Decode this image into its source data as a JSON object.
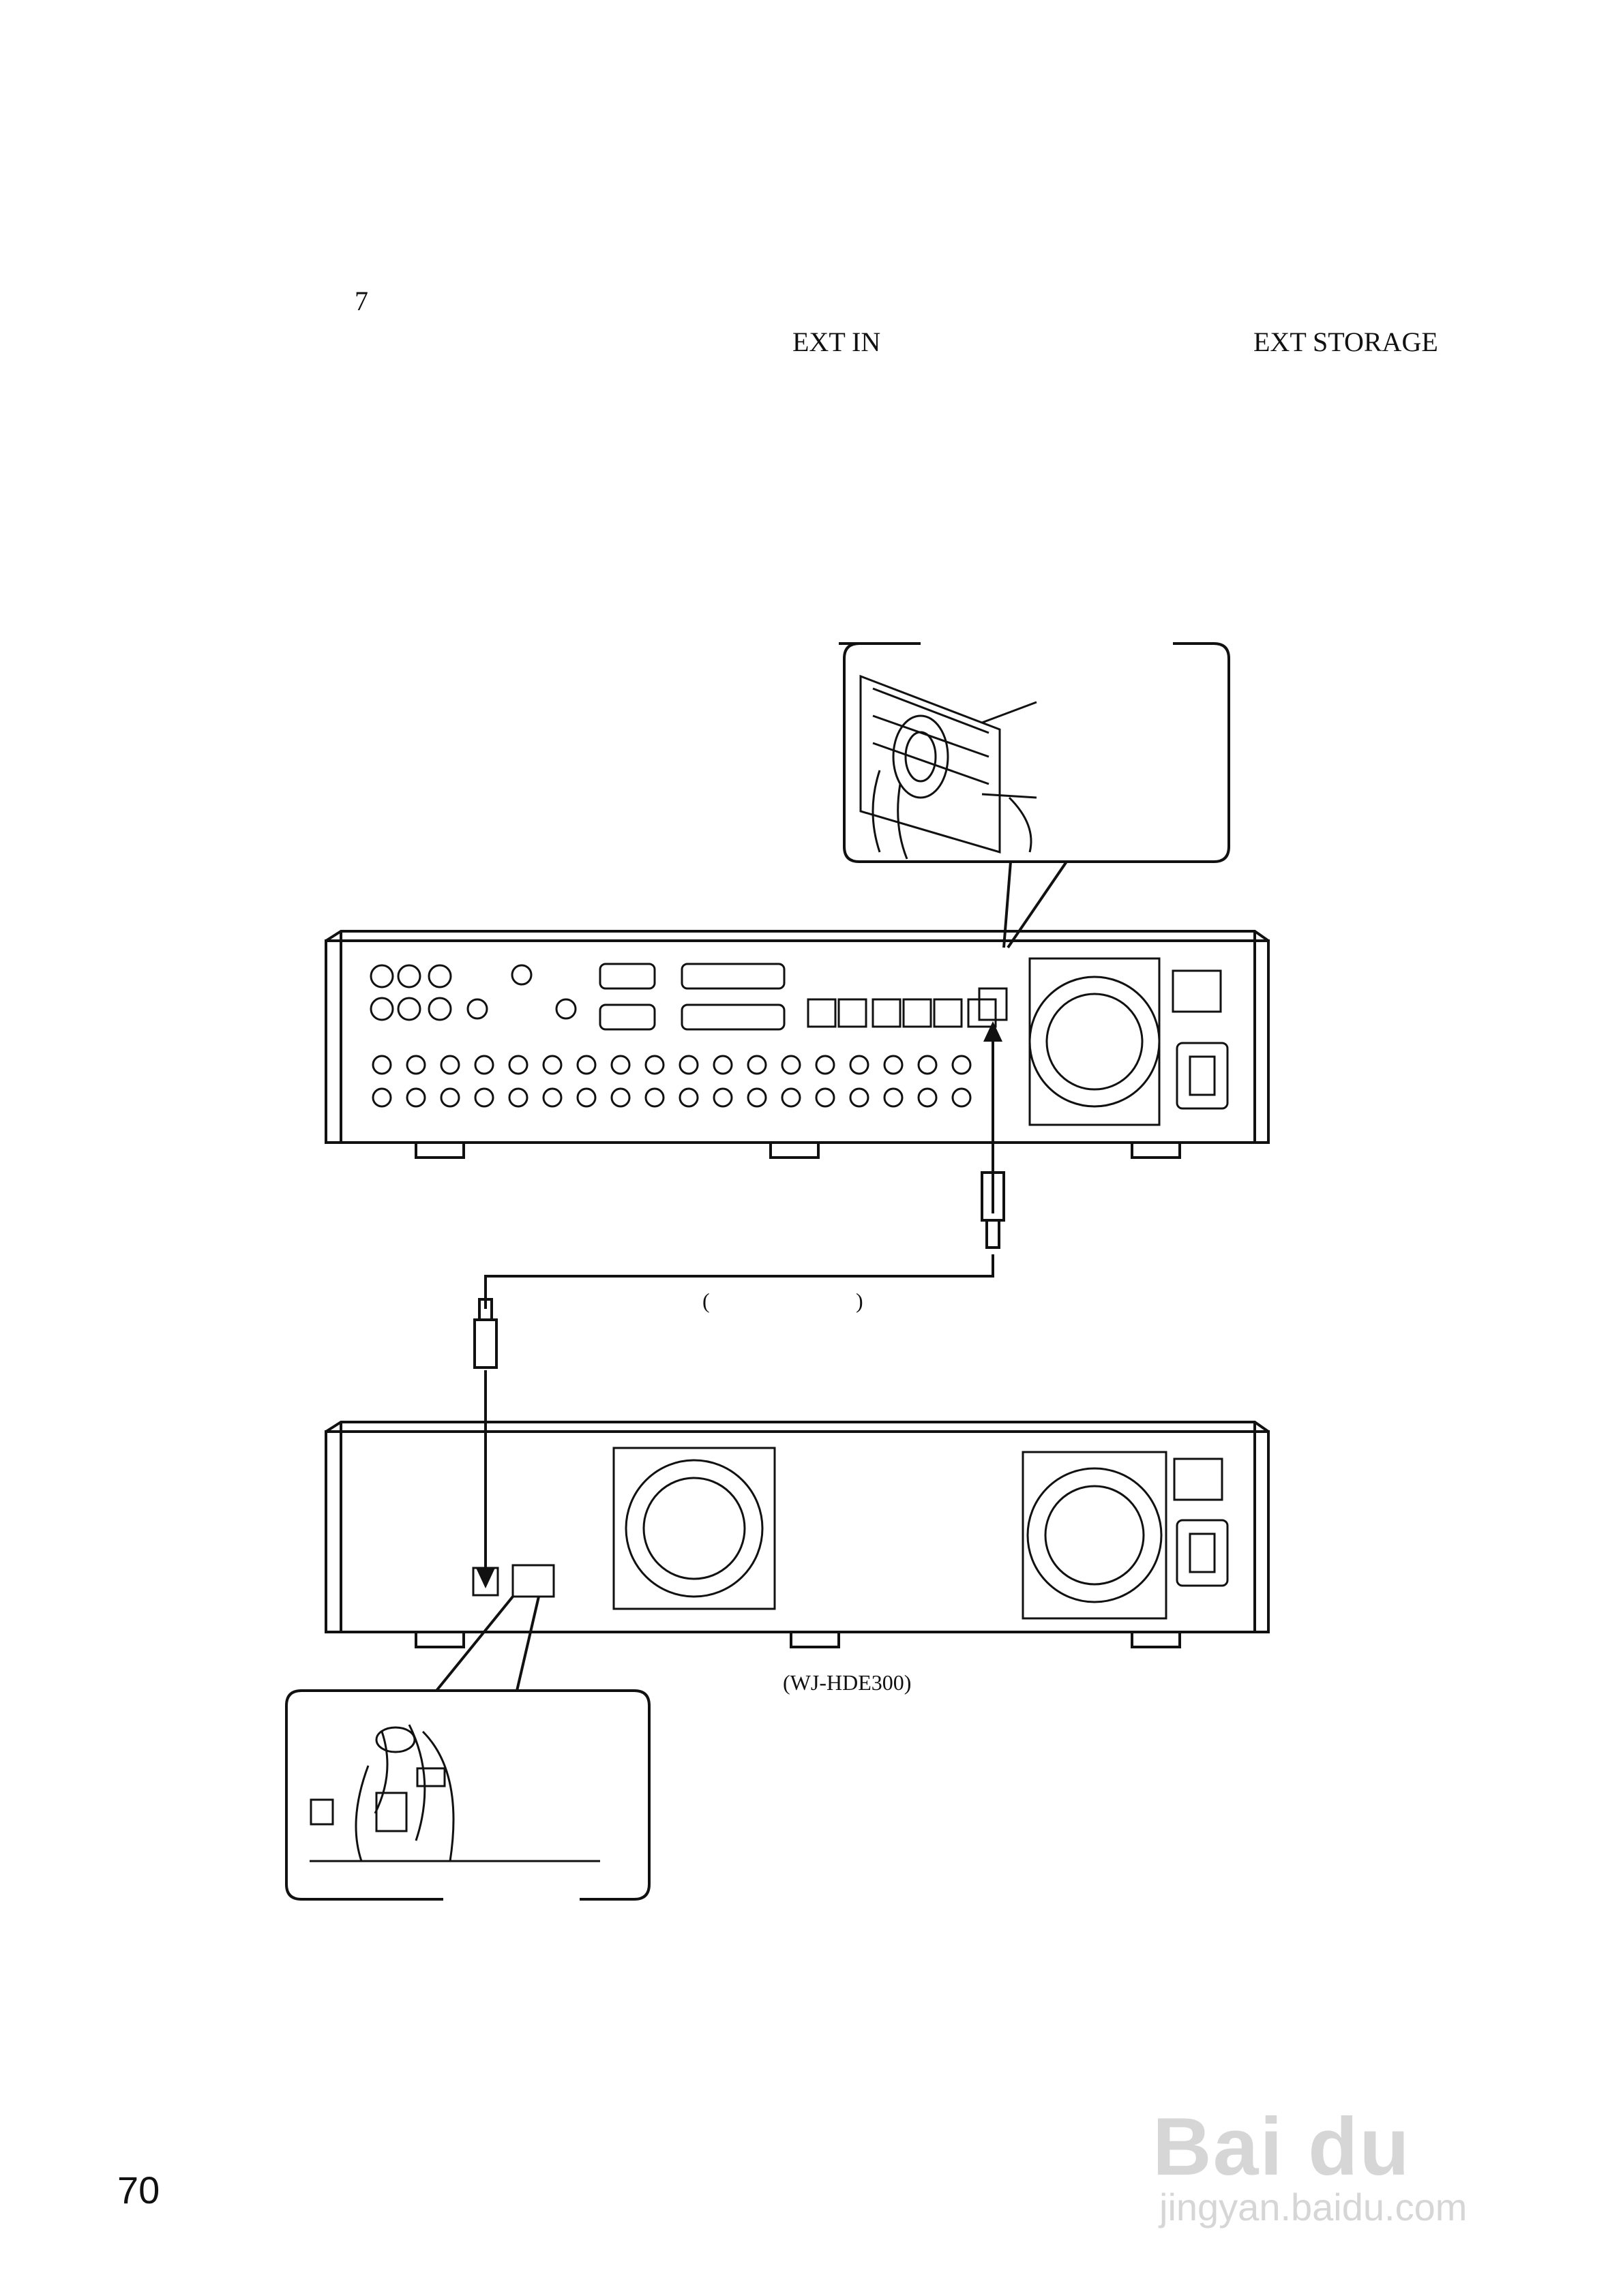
{
  "page": {
    "number": "70"
  },
  "body_text": {
    "line1_middle": "7",
    "line2_middle": "EXT IN",
    "line2_right": "EXT STORAGE"
  },
  "diagram": {
    "cable_note_open": "(",
    "cable_note_close": ")",
    "storage_model": "(WJ-HDE300)"
  },
  "watermark": {
    "brand": "Bai du",
    "site": "jingyan.baidu.com"
  }
}
